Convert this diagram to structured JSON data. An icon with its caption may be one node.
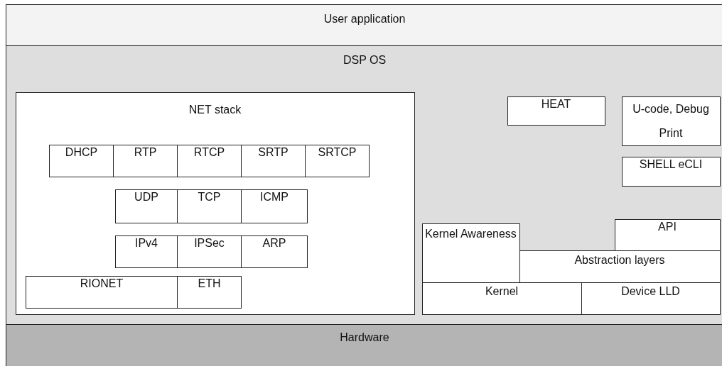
{
  "diagram": {
    "nodes": [
      {
        "text": [
          "User application"
        ]
      },
      {
        "text": [
          "DSP OS"
        ]
      },
      {
        "text": [
          "NET stack"
        ],
        "in": 1
      },
      {
        "text": [
          "DHCP"
        ],
        "in": 2
      },
      {
        "text": [
          "RTP"
        ],
        "in": 2
      },
      {
        "text": [
          "RTCP"
        ],
        "in": 2
      },
      {
        "text": [
          "SRTP"
        ],
        "in": 2
      },
      {
        "text": [
          "SRTCP"
        ],
        "in": 2
      },
      {
        "text": [
          "UDP"
        ],
        "in": 2
      },
      {
        "text": [
          "TCP"
        ],
        "in": 2
      },
      {
        "text": [
          "ICMP"
        ],
        "in": 2
      },
      {
        "text": [
          "IPv4"
        ],
        "in": 2
      },
      {
        "text": [
          "IPSec"
        ],
        "in": 2
      },
      {
        "text": [
          "ARP"
        ],
        "in": 2
      },
      {
        "text": [
          "RIONET"
        ],
        "in": 2
      },
      {
        "text": [
          "ETH"
        ],
        "in": 2
      },
      {
        "text": [
          "HEAT"
        ],
        "in": 1
      },
      {
        "text": [
          "U-code, Debug Print"
        ],
        "in": 1
      },
      {
        "text": [
          "SHELL eCLI"
        ],
        "in": 1
      },
      {
        "text": [
          "Kernel Awareness"
        ],
        "in": 1
      },
      {
        "text": [
          "API"
        ],
        "in": 1
      },
      {
        "text": [
          "Abstraction layers"
        ],
        "in": 1
      },
      {
        "text": [
          "Kernel"
        ],
        "in": 1
      },
      {
        "text": [
          "Device LLD"
        ],
        "in": 1
      },
      {
        "text": [
          "Hardware"
        ]
      }
    ]
  }
}
